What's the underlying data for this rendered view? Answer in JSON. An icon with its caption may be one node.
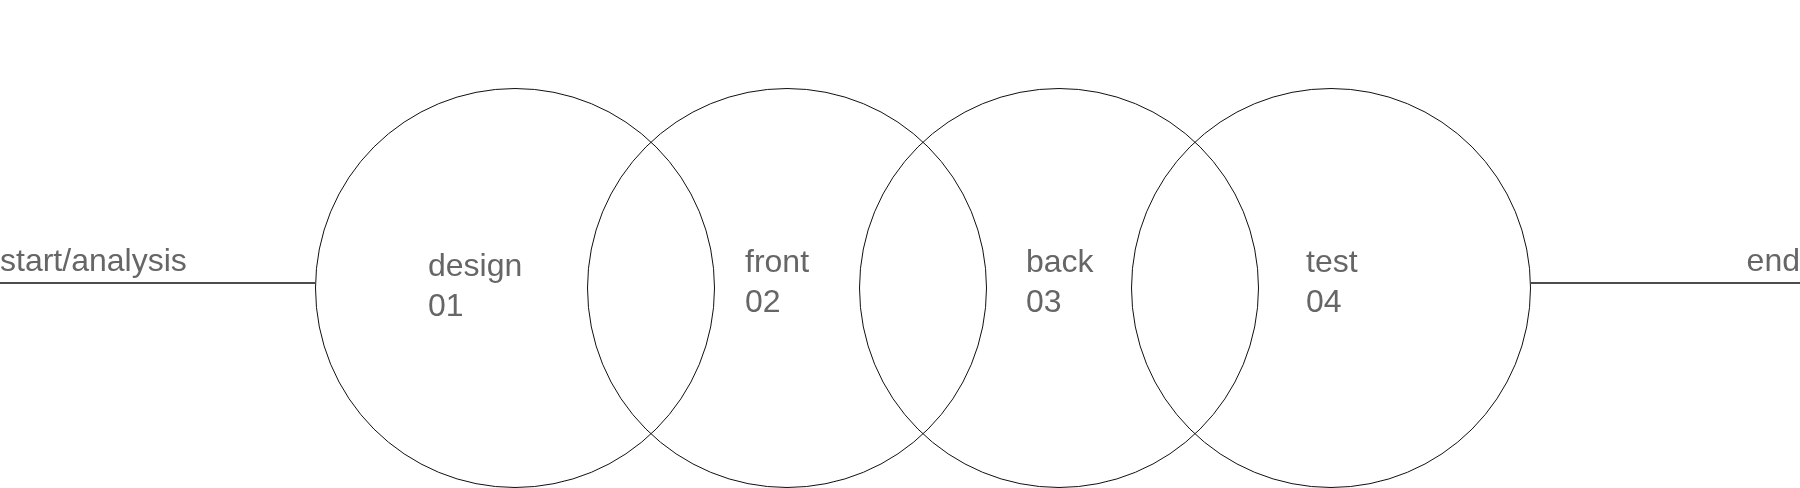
{
  "diagram": {
    "nodes": [
      {
        "text": [
          "start/analysis"
        ]
      },
      {
        "text": [
          "design",
          "01"
        ]
      },
      {
        "text": [
          "front",
          "02"
        ]
      },
      {
        "text": [
          "back",
          "03"
        ]
      },
      {
        "text": [
          "test",
          "04"
        ]
      },
      {
        "text": [
          "end"
        ]
      }
    ],
    "edges": [
      {
        "from": 0,
        "to": 1,
        "arrow": "none"
      },
      {
        "from": 4,
        "to": 5,
        "arrow": "none"
      }
    ]
  }
}
